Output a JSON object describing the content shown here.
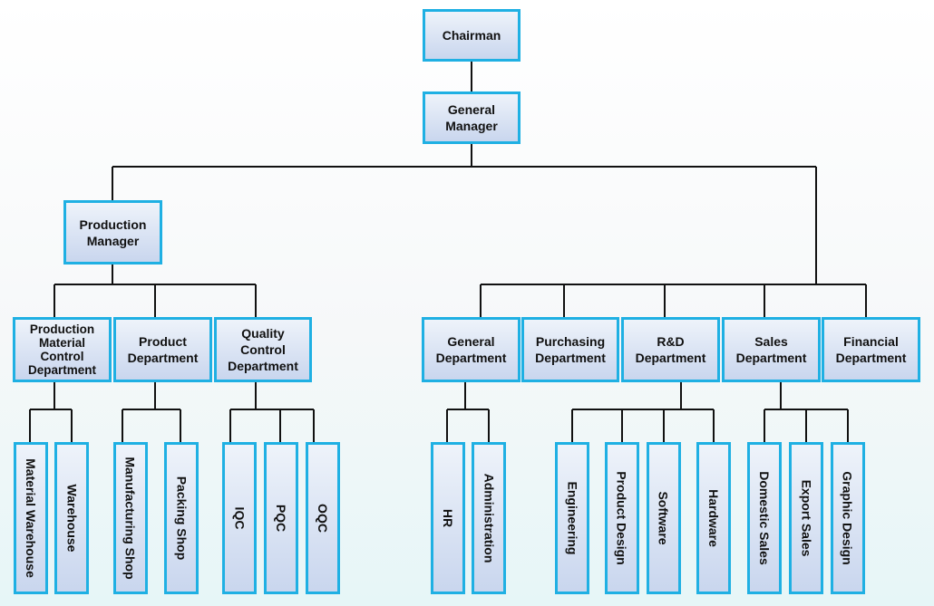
{
  "nodes": {
    "chairman": "Chairman",
    "general_manager": "General Manager",
    "production_manager": "Production Manager",
    "pmc_department": "Production Material Control Department",
    "product_department": "Product Department",
    "quality_control_department": "Quality Control Department",
    "general_department": "General Department",
    "purchasing_department": "Purchasing Department",
    "rd_department": "R&D Department",
    "sales_department": "Sales Department",
    "financial_department": "Financial Department",
    "material_warehouse": "Material Warehouse",
    "warehouse": "Warehouse",
    "manufacturing_shop": "Manufacturing Shop",
    "packing_shop": "Packing Shop",
    "iqc": "IQC",
    "pqc": "PQC",
    "oqc": "OQC",
    "hr": "HR",
    "administration": "Administration",
    "engineering": "Engineering",
    "product_design": "Product Design",
    "software": "Software",
    "hardware": "Hardware",
    "domestic_sales": "Domestic Sales",
    "export_sales": "Export Sales",
    "graphic_design": "Graphic Design"
  },
  "colors": {
    "box_border": "#1fb0e3",
    "box_fill_top": "#eef3fa",
    "box_fill_bottom": "#c9d6ee",
    "connector": "#111111"
  }
}
